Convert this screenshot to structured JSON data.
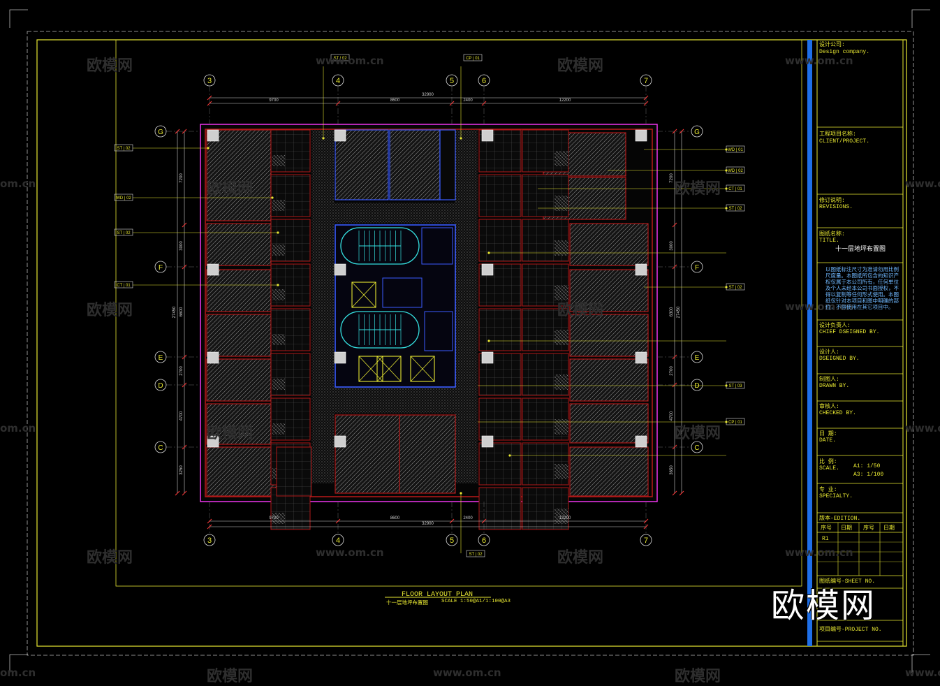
{
  "watermarks": {
    "brand": "欧模网",
    "url": "www.om.cn",
    "url_partial": "om.cn"
  },
  "grid": {
    "columns": [
      "3",
      "4",
      "5",
      "6",
      "7"
    ],
    "rows": [
      "G",
      "F",
      "E",
      "D",
      "C"
    ]
  },
  "dimensions": {
    "top_total": "32900",
    "top_segments": [
      "9700",
      "8600",
      "2400",
      "12200"
    ],
    "bottom_total": "32900",
    "bottom_segments": [
      "9700",
      "8600",
      "2400",
      "12200"
    ],
    "left_total": "27450",
    "left_segments": [
      "7200",
      "3000",
      "6600",
      "2700",
      "4700",
      "3250"
    ],
    "right_total": "27450",
    "right_segments": [
      "7200",
      "3000",
      "6300",
      "2700",
      "4700",
      "3650"
    ]
  },
  "tags": {
    "st02": "ST | 02",
    "cp01": "CP | 01",
    "wd01": "WD | 01",
    "wd02": "WD | 02",
    "ct01": "CT | 01",
    "st03": "ST | 03"
  },
  "plan": {
    "title": "FLOOR  LAYOUT  PLAN",
    "subtitle": "十一层地坪布置图",
    "scale": "SCALE 1:50@A1/1:100@A3"
  },
  "title_block": {
    "company_cn": "设计公司:",
    "company_en": "Design company.",
    "client_cn": "工程项目名称:",
    "client_en": "CLIENT/PROJECT.",
    "revisions_cn": "修订说明:",
    "revisions_en": "REVISIONS.",
    "title_cn": "图纸名称:",
    "title_en": "TITLE.",
    "drawing_title": "十一层地坪布置图",
    "note": "以图纸标注尺寸为准请勿用比例尺度量。本图纸所包含的知识产权仅属于本公司所有，任何单位及个人未经本公司书面授权，不得以复制等任何形式使用。本图纸仅针对本项目和图中明确的部位，不得使用在其它项目中。",
    "chief_cn": "设计负责人:",
    "chief_en": "CHIEF DSEIGNED BY.",
    "designed_cn": "设计人:",
    "designed_en": "DSEIGNED  BY.",
    "drawn_cn": "制图人:",
    "drawn_en": "DRAWN  BY.",
    "checked_cn": "审核人:",
    "checked_en": "CHECKED  BY.",
    "date_cn": "日 期:",
    "date_en": "DATE.",
    "scale_cn": "比 例:",
    "scale_en": "SCALE.",
    "scale_a1": "A1: 1/50",
    "scale_a3": "A3: 1/100",
    "specialty_cn": "专 业:",
    "specialty_en": "SPECIALTY.",
    "edition": "版本-EDITION.",
    "edition_cols": [
      "序号",
      "日期",
      "序号",
      "日期"
    ],
    "edition_row": "R1",
    "sheet_no": "图纸编号-SHEET  NO.",
    "project_no": "项目编号-PROJECT  NO."
  },
  "big_brand": "欧模网",
  "colors": {
    "frame": "#e8e832",
    "wall_red": "#b01818",
    "core_blue": "#3a5bff",
    "cyan": "#35e0e0",
    "magenta": "#ff38ff",
    "hatch_grey": "#7a7a7a",
    "title_bar_blue": "#1e6fe8"
  }
}
